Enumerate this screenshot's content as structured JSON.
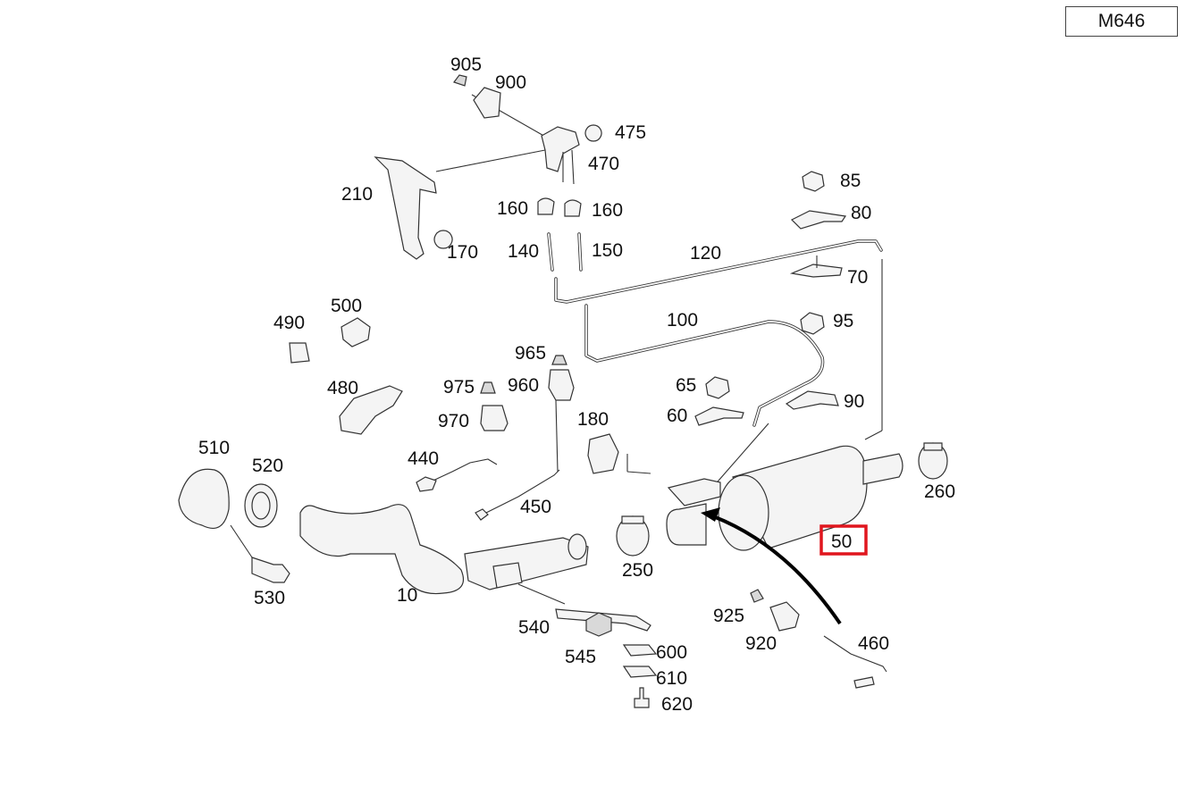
{
  "engine_code": "M646",
  "callouts": [
    {
      "id": "p905",
      "text": "905"
    },
    {
      "id": "p900",
      "text": "900"
    },
    {
      "id": "p475",
      "text": "475"
    },
    {
      "id": "p470",
      "text": "470"
    },
    {
      "id": "p210",
      "text": "210"
    },
    {
      "id": "p170",
      "text": "170"
    },
    {
      "id": "p160a",
      "text": "160"
    },
    {
      "id": "p160b",
      "text": "160"
    },
    {
      "id": "p140",
      "text": "140"
    },
    {
      "id": "p150",
      "text": "150"
    },
    {
      "id": "p120",
      "text": "120"
    },
    {
      "id": "p85",
      "text": "85"
    },
    {
      "id": "p80",
      "text": "80"
    },
    {
      "id": "p70",
      "text": "70"
    },
    {
      "id": "p100",
      "text": "100"
    },
    {
      "id": "p95",
      "text": "95"
    },
    {
      "id": "p490",
      "text": "490"
    },
    {
      "id": "p500",
      "text": "500"
    },
    {
      "id": "p480",
      "text": "480"
    },
    {
      "id": "p965",
      "text": "965"
    },
    {
      "id": "p975",
      "text": "975"
    },
    {
      "id": "p960",
      "text": "960"
    },
    {
      "id": "p970",
      "text": "970"
    },
    {
      "id": "p65",
      "text": "65"
    },
    {
      "id": "p60",
      "text": "60"
    },
    {
      "id": "p90",
      "text": "90"
    },
    {
      "id": "p180",
      "text": "180"
    },
    {
      "id": "p510",
      "text": "510"
    },
    {
      "id": "p520",
      "text": "520"
    },
    {
      "id": "p440",
      "text": "440"
    },
    {
      "id": "p450",
      "text": "450"
    },
    {
      "id": "p260",
      "text": "260"
    },
    {
      "id": "p250",
      "text": "250"
    },
    {
      "id": "p50",
      "text": "50",
      "highlighted": true
    },
    {
      "id": "p530",
      "text": "530"
    },
    {
      "id": "p10",
      "text": "10"
    },
    {
      "id": "p540",
      "text": "540"
    },
    {
      "id": "p545",
      "text": "545"
    },
    {
      "id": "p600",
      "text": "600"
    },
    {
      "id": "p610",
      "text": "610"
    },
    {
      "id": "p620",
      "text": "620"
    },
    {
      "id": "p925",
      "text": "925"
    },
    {
      "id": "p920",
      "text": "920"
    },
    {
      "id": "p460",
      "text": "460"
    }
  ],
  "highlight_color": "#e0161e"
}
